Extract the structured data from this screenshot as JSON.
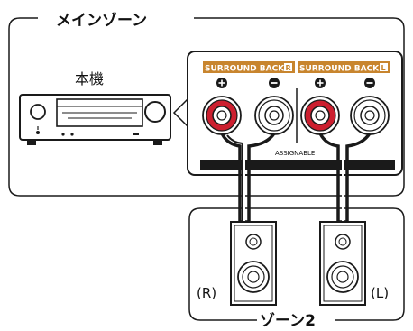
{
  "main_zone": {
    "label": "メインゾーン"
  },
  "receiver": {
    "label": "本機"
  },
  "speaker_panel": {
    "left_header": "SURROUND BACK",
    "left_header_badge": "R",
    "right_header": "SURROUND BACK",
    "right_header_badge": "L",
    "plus_symbol": "+",
    "minus_symbol": "−",
    "assignable_label": "ASSIGNABLE"
  },
  "zone2": {
    "label": "ゾーン2",
    "speaker_right_label": "(R)",
    "speaker_left_label": "(L)"
  },
  "colors": {
    "header_orange": "#c8852e",
    "terminal_red": "#cc1f2f",
    "outline": "#1a1a1a"
  }
}
